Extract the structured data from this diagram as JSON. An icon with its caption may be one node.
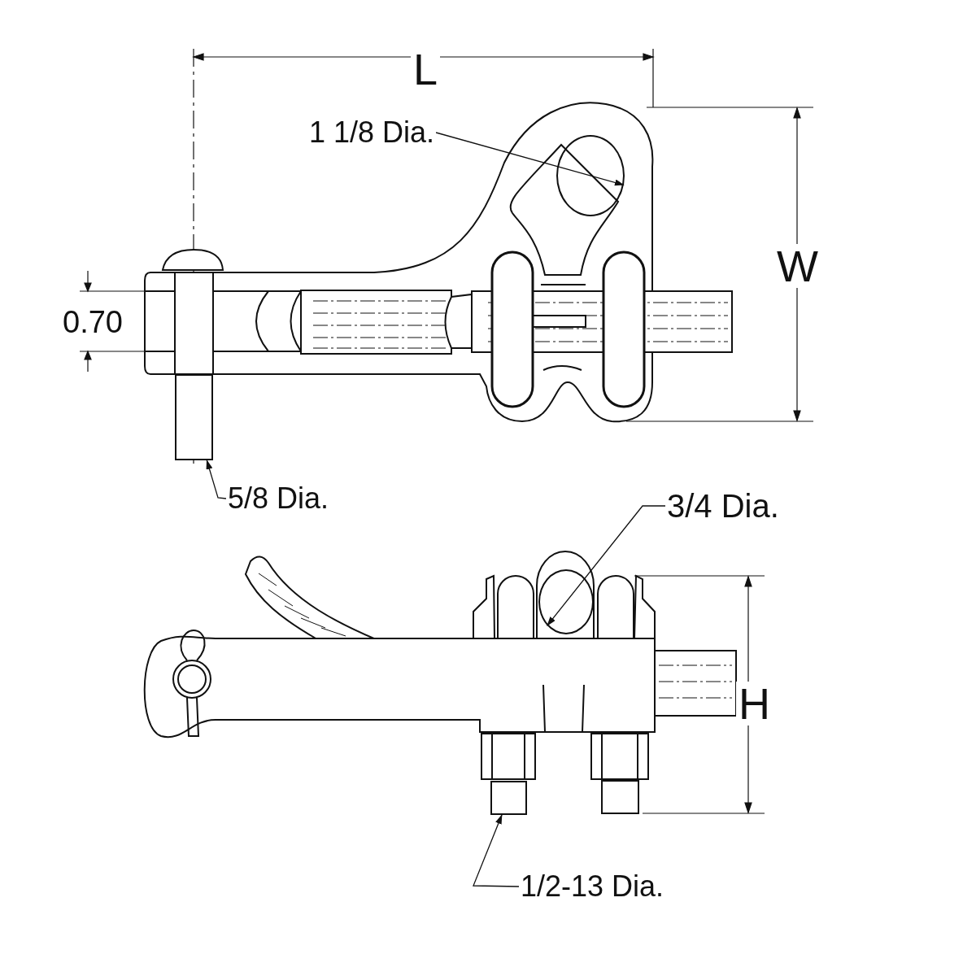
{
  "diagram": {
    "nodes": [
      {
        "text": [
          "1 1/8 Dia."
        ]
      },
      {
        "text": [],
        "shape": "circle"
      },
      {
        "text": [
          "5/8 Dia."
        ]
      },
      {
        "text": [],
        "shape": "bar"
      },
      {
        "text": [
          "3/4 Dia."
        ]
      },
      {
        "text": [],
        "shape": "circle"
      },
      {
        "text": [
          "1/2-13 Dia."
        ]
      },
      {
        "text": [],
        "shape": "bar"
      }
    ],
    "edges": [
      {
        "from": 0,
        "to": 1,
        "arrow": "to"
      },
      {
        "from": 2,
        "to": 3,
        "arrow": "to"
      },
      {
        "from": 4,
        "to": 5,
        "arrow": "to"
      },
      {
        "from": 6,
        "to": 7,
        "arrow": "to"
      }
    ],
    "labels": [
      "L",
      "W",
      "0.70",
      "H"
    ]
  }
}
